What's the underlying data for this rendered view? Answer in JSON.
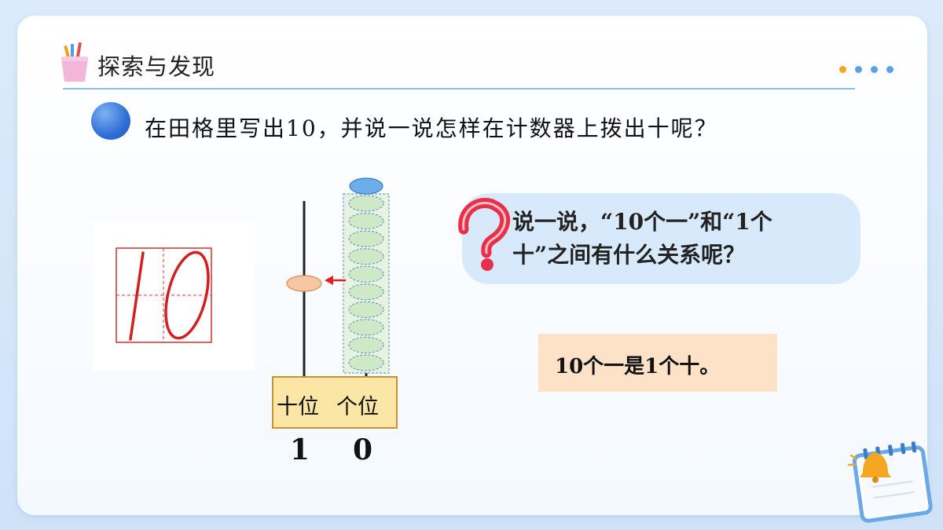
{
  "header": {
    "title": "探索与发现"
  },
  "question": {
    "text": "在田格里写出10，并说一说怎样在计数器上拨出十呢？"
  },
  "tian_grid": {
    "written_number": "10"
  },
  "abacus": {
    "tens_label": "十位",
    "ones_label": "个位",
    "tens_digit": "1",
    "ones_digit": "0",
    "tens_beads": 1,
    "ones_beads_grouped": 10,
    "bead_color_tens": "#f7c6a2",
    "bead_color_ones": "#cfe8c5",
    "arrow_color": "#e02020"
  },
  "discussion": {
    "line1": "说一说，“10个一”和“1个",
    "line2": "十”之间有什么关系呢？"
  },
  "answer": {
    "text": "10个一是1个十。"
  },
  "colors": {
    "accent": "#2f6fd6",
    "divider": "#8bbce9",
    "dots": [
      "#f5a623",
      "#5aa0e8",
      "#5aa0e8",
      "#5aa0e8"
    ]
  }
}
